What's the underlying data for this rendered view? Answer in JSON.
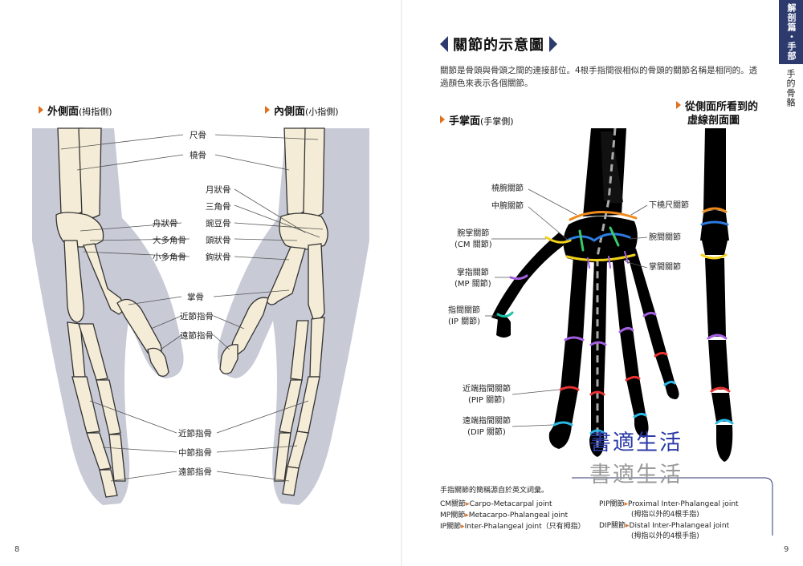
{
  "left_page": {
    "lateral_heading": "外側面",
    "lateral_sub": "(拇指側)",
    "medial_heading": "內側面",
    "medial_sub": "(小指側)",
    "center_labels": [
      {
        "key": "ulna",
        "text": "尺骨"
      },
      {
        "key": "radius",
        "text": "橈骨"
      },
      {
        "key": "lunate",
        "text": "月狀骨"
      },
      {
        "key": "triquetrum",
        "text": "三角骨"
      },
      {
        "key": "pisiform",
        "text": "豌豆骨"
      },
      {
        "key": "capitate",
        "text": "頭狀骨"
      },
      {
        "key": "hamate",
        "text": "鉤狀骨"
      },
      {
        "key": "scaphoid",
        "text": "舟狀骨"
      },
      {
        "key": "trapezium",
        "text": "大多角骨"
      },
      {
        "key": "trapezoid",
        "text": "小多角骨"
      },
      {
        "key": "metacarpal",
        "text": "掌骨"
      },
      {
        "key": "proximal_1",
        "text": "近節指骨"
      },
      {
        "key": "distal_1",
        "text": "遠節指骨"
      },
      {
        "key": "proximal_2",
        "text": "近節指骨"
      },
      {
        "key": "middle",
        "text": "中節指骨"
      },
      {
        "key": "distal_2",
        "text": "遠節指骨"
      }
    ],
    "page_number": "8"
  },
  "right_page": {
    "title": "關節的示意圖",
    "intro": "關節是骨頭與骨頭之間的連接部位。4根手指間很相似的骨頭的關節名稱是相同的。透過顏色來表示各個關節。",
    "palm_heading": "手掌面",
    "palm_sub": "(手掌側)",
    "side_heading_1": "從側面所看到的",
    "side_heading_2": "虛線剖面圖",
    "tab_label": "解剖篇・手部",
    "tab_sub": "手的骨骼",
    "joint_labels": {
      "radiocarpal": "橈腕關節",
      "midcarpal": "中腕關節",
      "cm_1": "腕掌關節",
      "cm_2": "(CM 關節)",
      "mp_1": "掌指關節",
      "mp_2": "(MP 關節)",
      "ip_1": "指間關節",
      "ip_2": "(IP 關節)",
      "pip_1": "近端指間關節",
      "pip_2": "(PIP 關節)",
      "dip_1": "遠端指間關節",
      "dip_2": "(DIP 關節)",
      "druj": "下橈尺關節",
      "intercarpal": "腕間關節",
      "intermetacarpal": "掌間關節"
    },
    "watermark": "書適生活",
    "note": "手指關節的簡稱源自於英文詞彙。",
    "footnotes": {
      "cm_key": "CM關節",
      "cm_val": "Carpo-Metacarpal joint",
      "mp_key": "MP關節",
      "mp_val": "Metacarpo-Phalangeal joint",
      "ip_key": "IP關節",
      "ip_val": "Inter-Phalangeal joint（只有拇指）",
      "pip_key": "PIP關節",
      "pip_val": "Proximal Inter-Phalangeal joint",
      "pip_sub": "(拇指以外的4根手指)",
      "dip_key": "DIP關節",
      "dip_val": "Distal Inter-Phalangeal joint",
      "dip_sub": "(拇指以外的4根手指)"
    },
    "page_number": "9",
    "colors": {
      "accent_orange": "#e0701f",
      "navy": "#2c3a6e",
      "radiocarpal_orange": "#f08a1c",
      "midcarpal_blue": "#2d7be0",
      "cm_yellow": "#f2d21b",
      "mp_purple": "#a45ee0",
      "ip_teal": "#19c2a6",
      "pip_red": "#e83030",
      "dip_cyan": "#2ab9e6",
      "druj_blue": "#3a6ee8",
      "intercarpal_green": "#3cc86a"
    }
  }
}
